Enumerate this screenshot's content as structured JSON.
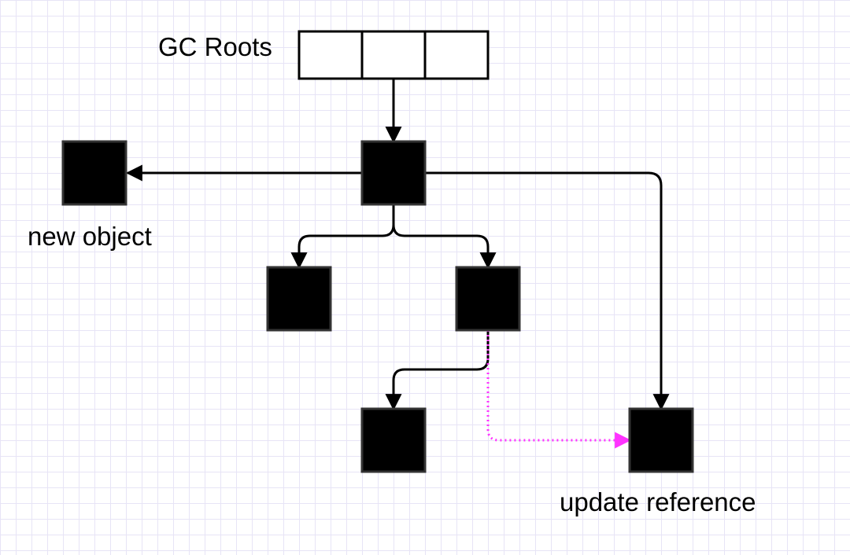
{
  "diagram": {
    "labels": {
      "gc_roots": "GC Roots",
      "new_object": "new object",
      "update_reference": "update reference"
    },
    "colors": {
      "background": "#ffffff",
      "grid": "#e7e4f6",
      "object_fill": "#000000",
      "object_stroke": "#333333",
      "normal_reference": "#000000",
      "updated_reference": "#ff33ff"
    },
    "root_slots": [
      "root-slot-1",
      "root-slot-2",
      "root-slot-3"
    ],
    "objects": [
      "root-object",
      "new-object",
      "left-child-object",
      "right-child-object",
      "bottom-left-object",
      "updated-reference-object"
    ],
    "references": [
      {
        "from": "gc-roots",
        "to": "root-object",
        "style": "solid"
      },
      {
        "from": "root-object",
        "to": "new-object",
        "style": "solid"
      },
      {
        "from": "root-object",
        "to": "left-child-object",
        "style": "solid"
      },
      {
        "from": "root-object",
        "to": "right-child-object",
        "style": "solid"
      },
      {
        "from": "root-object",
        "to": "updated-reference-object",
        "style": "solid"
      },
      {
        "from": "right-child-object",
        "to": "bottom-left-object",
        "style": "solid"
      },
      {
        "from": "right-child-object",
        "to": "updated-reference-object",
        "style": "dotted"
      }
    ]
  }
}
